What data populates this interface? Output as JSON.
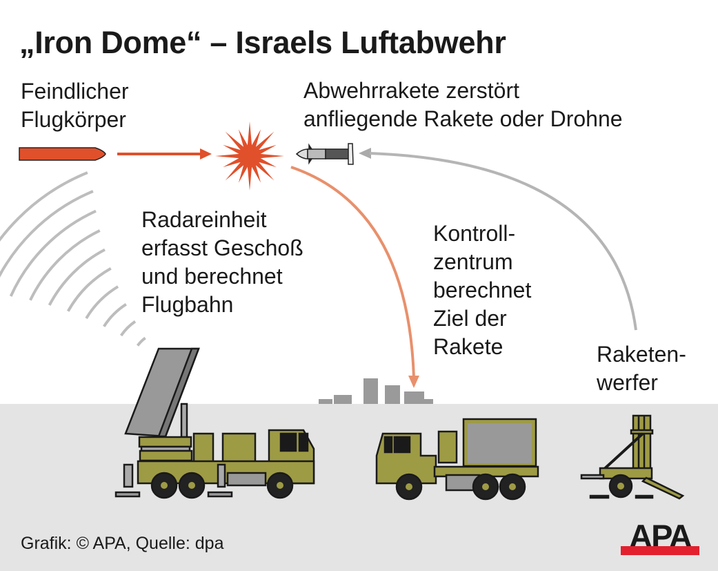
{
  "title": "„Iron Dome“ – Israels Luftabwehr",
  "labels": {
    "enemy": [
      "Feindlicher",
      "Flugkörper"
    ],
    "interceptor": [
      "Abwehrrakete zerstört",
      "anfliegende Rakete oder Drohne"
    ],
    "radar": [
      "Radareinheit",
      "erfasst Geschoß",
      "und berechnet",
      "Flugbahn"
    ],
    "control": [
      "Kontroll-",
      "zentrum",
      "berechnet",
      "Ziel der",
      "Rakete"
    ],
    "launcher": [
      "Raketen-",
      "werfer"
    ]
  },
  "credit": "Grafik: © APA, Quelle: dpa",
  "logo": "APA",
  "colors": {
    "accent": "#e0502b",
    "olive": "#9e9b45",
    "ground": "#e4e4e4",
    "arc": "#b5b5b5",
    "logo_red": "#e2202e"
  }
}
